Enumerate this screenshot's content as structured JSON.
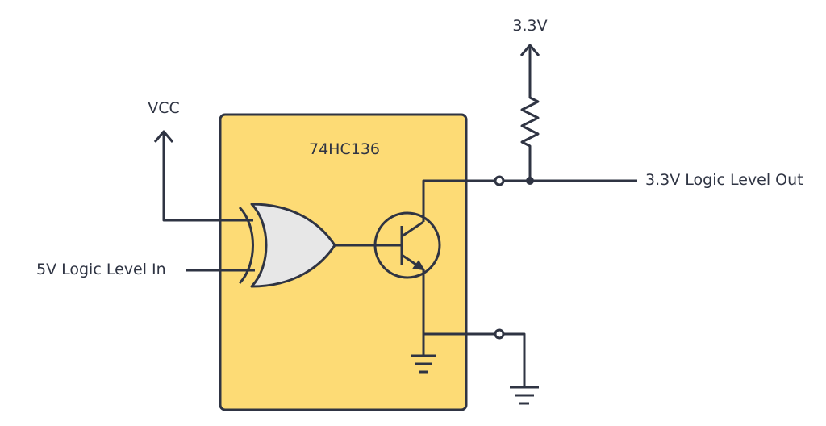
{
  "chip": {
    "label": "74HC136",
    "fill": "#fddb75",
    "stroke": "#2f3443"
  },
  "labels": {
    "vcc": "VCC",
    "supply": "3.3V",
    "input": "5V Logic Level In",
    "output": "3.3V Logic Level Out"
  },
  "colors": {
    "wire": "#2f3443",
    "gate_fill": "#e7e7e7"
  }
}
